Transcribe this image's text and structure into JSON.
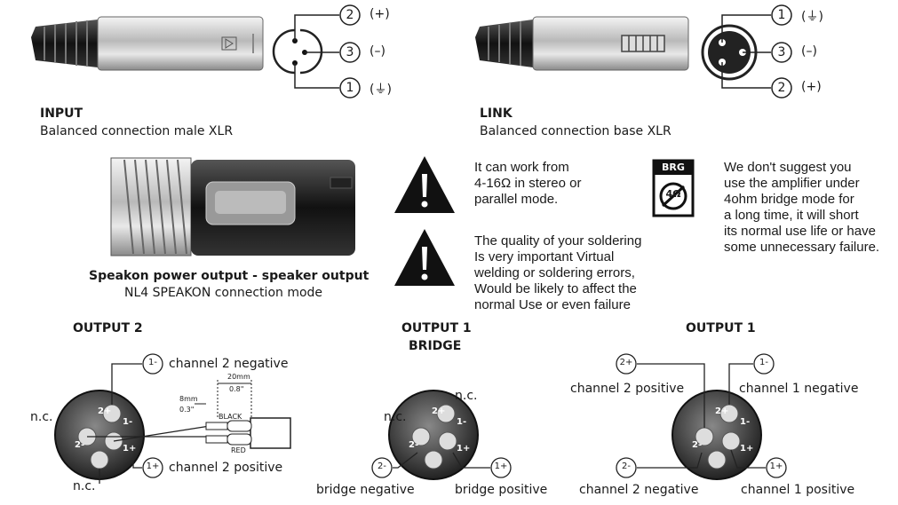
{
  "input": {
    "title": "INPUT",
    "subtitle": "Balanced connection male XLR",
    "pins": [
      {
        "num": "2",
        "sym": "(+)"
      },
      {
        "num": "3",
        "sym": "(–)"
      },
      {
        "num": "1",
        "sym": "(⏚)"
      }
    ]
  },
  "link": {
    "title": "LINK",
    "subtitle": "Balanced connection base XLR",
    "pins": [
      {
        "num": "1",
        "sym": "(⏚)"
      },
      {
        "num": "3",
        "sym": "(–)"
      },
      {
        "num": "2",
        "sym": "(+)"
      }
    ]
  },
  "speakon": {
    "title": "Speakon power output - speaker output",
    "subtitle": "NL4 SPEAKON connection mode"
  },
  "warnings": [
    {
      "lines": [
        "It can work from",
        "4-16Ω in stereo or",
        "parallel mode."
      ]
    },
    {
      "lines": [
        "The quality of your soldering",
        "Is very important  Virtual",
        "welding or soldering errors,",
        "Would be likely to affect the",
        "normal Use or even failure"
      ]
    }
  ],
  "brg": {
    "badge": "BRG",
    "ohm": "4Ω",
    "lines": [
      "We don't suggest you",
      "use the amplifier under",
      "4ohm bridge mode for",
      "a long time, it will short",
      "its normal use life or have",
      "some unnecessary failure."
    ]
  },
  "output2": {
    "title": "OUTPUT 2",
    "neg_pin": "1-",
    "neg_label": "channel 2 negative",
    "pos_pin": "1+",
    "pos_label": "channel 2 positive",
    "nc": "n.c.",
    "pins": [
      "2+",
      "1-",
      "1+",
      "2-"
    ],
    "wire": {
      "dim1": "20mm",
      "dim1b": "0.8\"",
      "dim2": "8mm",
      "dim2b": "0.3\"",
      "black": "BLACK",
      "red": "RED"
    }
  },
  "output1bridge": {
    "title1": "OUTPUT 1",
    "title2": "BRIDGE",
    "nc": "n.c.",
    "neg_pin": "2-",
    "neg_label": "bridge negative",
    "pos_pin": "1+",
    "pos_label": "bridge positive",
    "pins": [
      "2+",
      "1-",
      "1+",
      "2-"
    ]
  },
  "output1": {
    "title": "OUTPUT 1",
    "p2pos": "2+",
    "p2pos_label": "channel 2 positive",
    "p1neg": "1-",
    "p1neg_label": "channel 1 negative",
    "p2neg": "2-",
    "p2neg_label": "channel 2 negative",
    "p1pos": "1+",
    "p1pos_label": "channel 1 positive",
    "pins": [
      "2+",
      "1-",
      "1+",
      "2-"
    ]
  }
}
